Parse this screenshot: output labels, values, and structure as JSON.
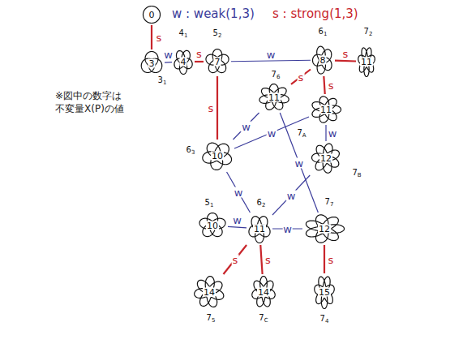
{
  "diagram": {
    "nodes": [
      {
        "text": [
          "0"
        ]
      },
      {
        "text": [
          "3",
          "31"
        ]
      },
      {
        "text": [
          "4",
          "41"
        ]
      },
      {
        "text": [
          "7",
          "52"
        ]
      },
      {
        "text": [
          "8",
          "61"
        ]
      },
      {
        "text": [
          "11",
          "72"
        ]
      },
      {
        "text": [
          "11",
          "76"
        ]
      },
      {
        "text": [
          "11",
          "7A"
        ]
      },
      {
        "text": [
          "10",
          "63"
        ]
      },
      {
        "text": [
          "12",
          "7B"
        ]
      },
      {
        "text": [
          "10",
          "51"
        ]
      },
      {
        "text": [
          "11",
          "62"
        ]
      },
      {
        "text": [
          "12",
          "77"
        ]
      },
      {
        "text": [
          "14",
          "75"
        ]
      },
      {
        "text": [
          "14",
          "7C"
        ]
      },
      {
        "text": [
          "15",
          "74"
        ]
      }
    ],
    "edges": [
      {
        "from": 0,
        "to": 1,
        "arrow": "none",
        "label": "s"
      },
      {
        "from": 1,
        "to": 2,
        "arrow": "none",
        "label": "w"
      },
      {
        "from": 2,
        "to": 3,
        "arrow": "none",
        "label": "s"
      },
      {
        "from": 3,
        "to": 4,
        "arrow": "none",
        "label": "w"
      },
      {
        "from": 4,
        "to": 5,
        "arrow": "none",
        "label": "s"
      },
      {
        "from": 4,
        "to": 6,
        "arrow": "none",
        "label": "s"
      },
      {
        "from": 4,
        "to": 7,
        "arrow": "none",
        "label": "s"
      },
      {
        "from": 3,
        "to": 8,
        "arrow": "none",
        "label": "s"
      },
      {
        "from": 6,
        "to": 8,
        "arrow": "none",
        "label": "w"
      },
      {
        "from": 7,
        "to": 8,
        "arrow": "none",
        "label": "w"
      },
      {
        "from": 7,
        "to": 9,
        "arrow": "none",
        "label": "w"
      },
      {
        "from": 6,
        "to": 12,
        "arrow": "none",
        "label": "w"
      },
      {
        "from": 8,
        "to": 11,
        "arrow": "none",
        "label": "w"
      },
      {
        "from": 9,
        "to": 11,
        "arrow": "none",
        "label": "w"
      },
      {
        "from": 10,
        "to": 11,
        "arrow": "none",
        "label": "w"
      },
      {
        "from": 11,
        "to": 12,
        "arrow": "none",
        "label": "w"
      },
      {
        "from": 11,
        "to": 13,
        "arrow": "none",
        "label": "s"
      },
      {
        "from": 11,
        "to": 14,
        "arrow": "none",
        "label": "s"
      },
      {
        "from": 12,
        "to": 15,
        "arrow": "none",
        "label": "s"
      }
    ],
    "labels": [
      "※図中の数字は 不変量X(P)の値"
    ],
    "legend": [
      {
        "text": "w : weak(1,3)",
        "color": "#3b3c9b"
      },
      {
        "text": "s : strong(1,3)",
        "color": "#c8252b"
      }
    ]
  }
}
